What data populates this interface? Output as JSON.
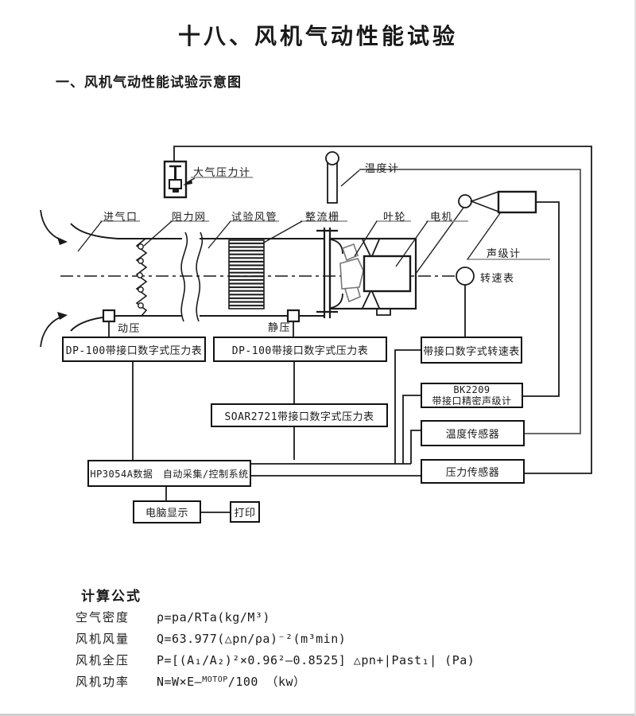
{
  "page": {
    "title": "十八、风机气动性能试验",
    "section_heading": "一、风机气动性能试验示意图"
  },
  "diagram": {
    "labels": {
      "barometer": "大气压力计",
      "thermometer": "温度计",
      "inlet": "进气口",
      "resistance_net": "阻力网",
      "test_duct": "试验风管",
      "rectifier_grid": "整流栅",
      "impeller": "叶轮",
      "motor": "电机",
      "sound_level_meter": "声级计",
      "tachometer": "转速表",
      "dynamic_pressure": "动压",
      "static_pressure": "静压"
    },
    "boxes": {
      "dp100_dynamic": "DP-100带接口数字式压力表",
      "dp100_static": "DP-100带接口数字式压力表",
      "tach_interface": "带接口数字式转速表",
      "slm_interface_line1": "BK2209",
      "slm_interface_line2": "带接口精密声级计",
      "temperature_sensor": "温度传感器",
      "soar_pressure": "SOAR2721带接口数字式压力表",
      "pressure_sensor": "压力传感器",
      "daq_system": "HP3054A数据　自动采集/控制系统",
      "computer_display": "电脑显示",
      "printer": "打印"
    }
  },
  "formulas": {
    "heading": "计算公式",
    "rows": [
      {
        "label": "空气密度",
        "formula": "ρ=pa/RTa(kg/M³)"
      },
      {
        "label": "风机风量",
        "formula": "Q=63.977(△pn/ρa)⁻²(m³min)"
      },
      {
        "label": "风机全压",
        "formula": "P=[(A₁/A₂)²×0.96²—0.8525] △pn+|Past₁| (Pa)"
      },
      {
        "label": "风机功率",
        "formula_pre": "N=W×E—",
        "formula_small": "MOTOP",
        "formula_post": "/100 （kw）"
      }
    ]
  },
  "colors": {
    "ink": "#1a1a1a",
    "gray_line": "#8a8a8a",
    "impeller_gray": "#777777",
    "background": "#ffffff"
  }
}
